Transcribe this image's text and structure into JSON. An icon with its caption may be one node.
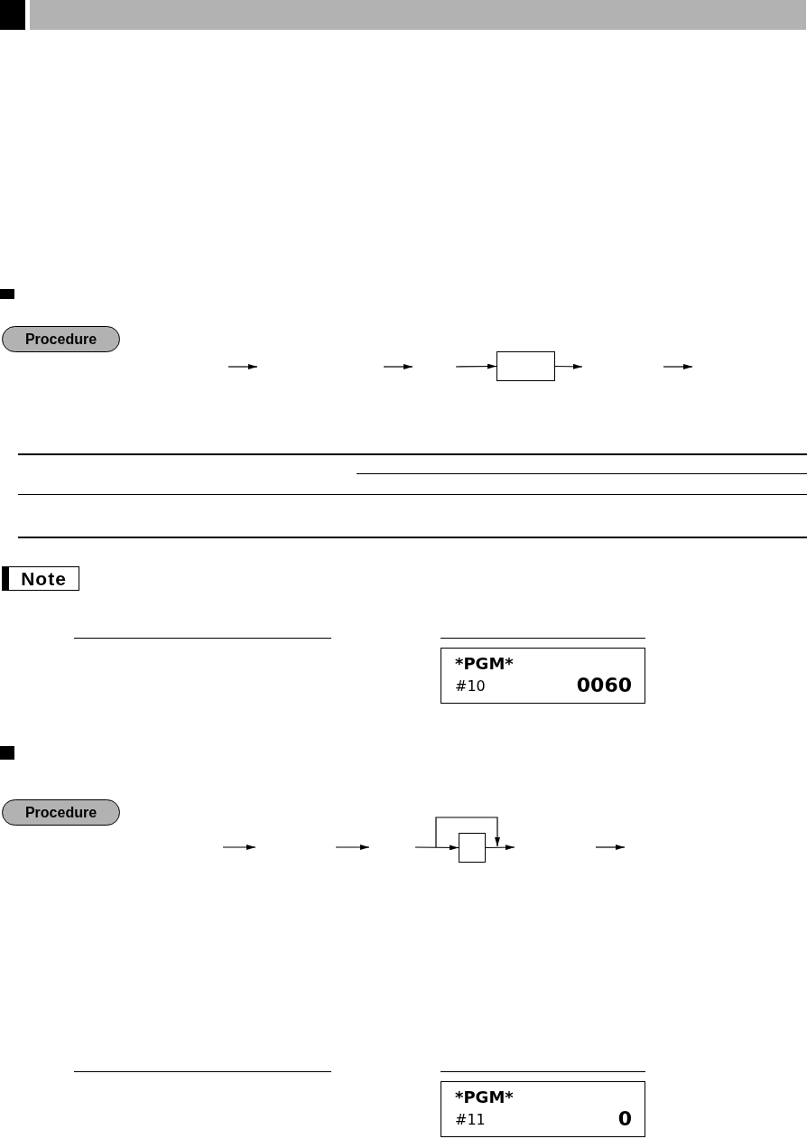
{
  "diagram": {
    "nodes": [
      {
        "text": [
          "Procedure"
        ]
      },
      {
        "text": [],
        "shape": "box"
      },
      {
        "text": [
          "Note"
        ]
      },
      {
        "text": [
          "*PGM*",
          "#10",
          "0060"
        ]
      },
      {
        "text": [
          "Procedure"
        ]
      },
      {
        "text": [],
        "shape": "box"
      },
      {
        "text": [
          "*PGM*",
          "#11",
          "0"
        ]
      }
    ],
    "edges": [
      {
        "from": null,
        "to": 1,
        "arrow": "to"
      },
      {
        "from": 1,
        "to": null,
        "arrow": "to"
      },
      {
        "from": null,
        "to": 5,
        "arrow": "to"
      },
      {
        "from": 5,
        "to": null,
        "arrow": "to"
      }
    ]
  }
}
